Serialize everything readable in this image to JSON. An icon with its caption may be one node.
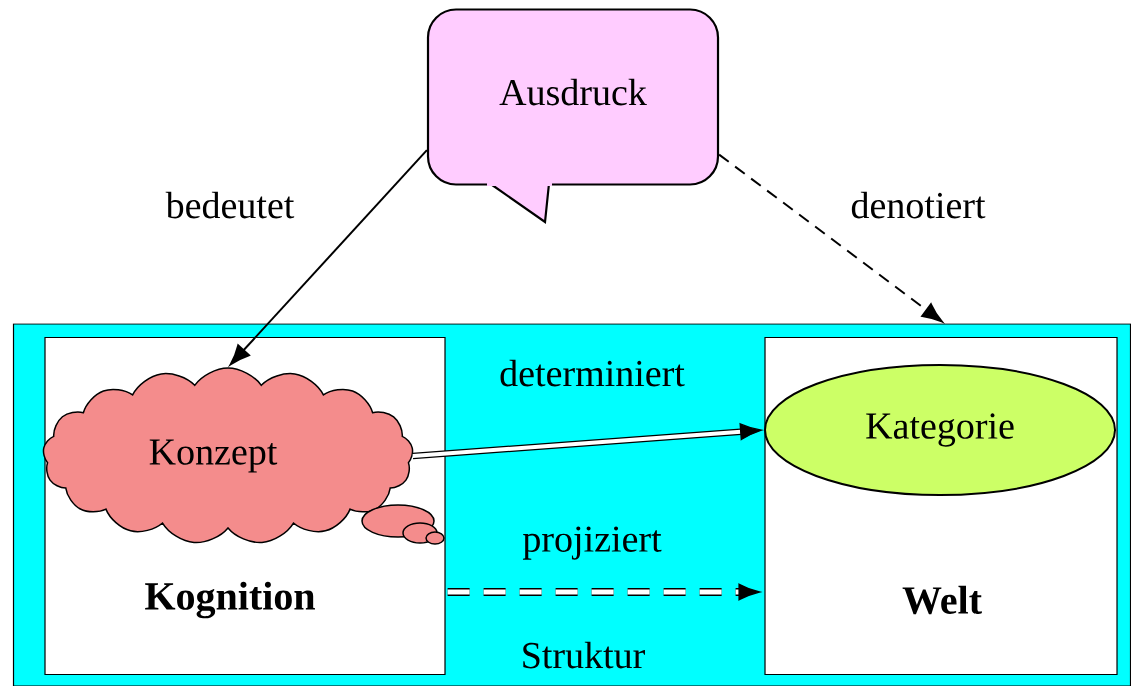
{
  "diagram": {
    "nodes": [
      {
        "text": [
          "Ausdruck"
        ]
      },
      {
        "text": [],
        "shape": "box"
      },
      {
        "text": [
          "Kognition"
        ],
        "in": 1
      },
      {
        "text": [
          "Konzept"
        ],
        "in": 2
      },
      {
        "text": [
          "Welt"
        ],
        "in": 1
      },
      {
        "text": [
          "Kategorie"
        ],
        "in": 4
      }
    ],
    "edges": [
      {
        "from": 0,
        "to": 3,
        "arrow": "to",
        "label": "bedeutet"
      },
      {
        "from": 0,
        "to": 4,
        "arrow": "to",
        "label": "denotiert",
        "style": "dashed"
      },
      {
        "from": 3,
        "to": 5,
        "arrow": "to",
        "label": "determiniert",
        "style": "thick"
      },
      {
        "from": 2,
        "to": 4,
        "arrow": "to",
        "label": "projiziert",
        "style": "dashed"
      }
    ],
    "labels": [
      "Struktur"
    ]
  }
}
